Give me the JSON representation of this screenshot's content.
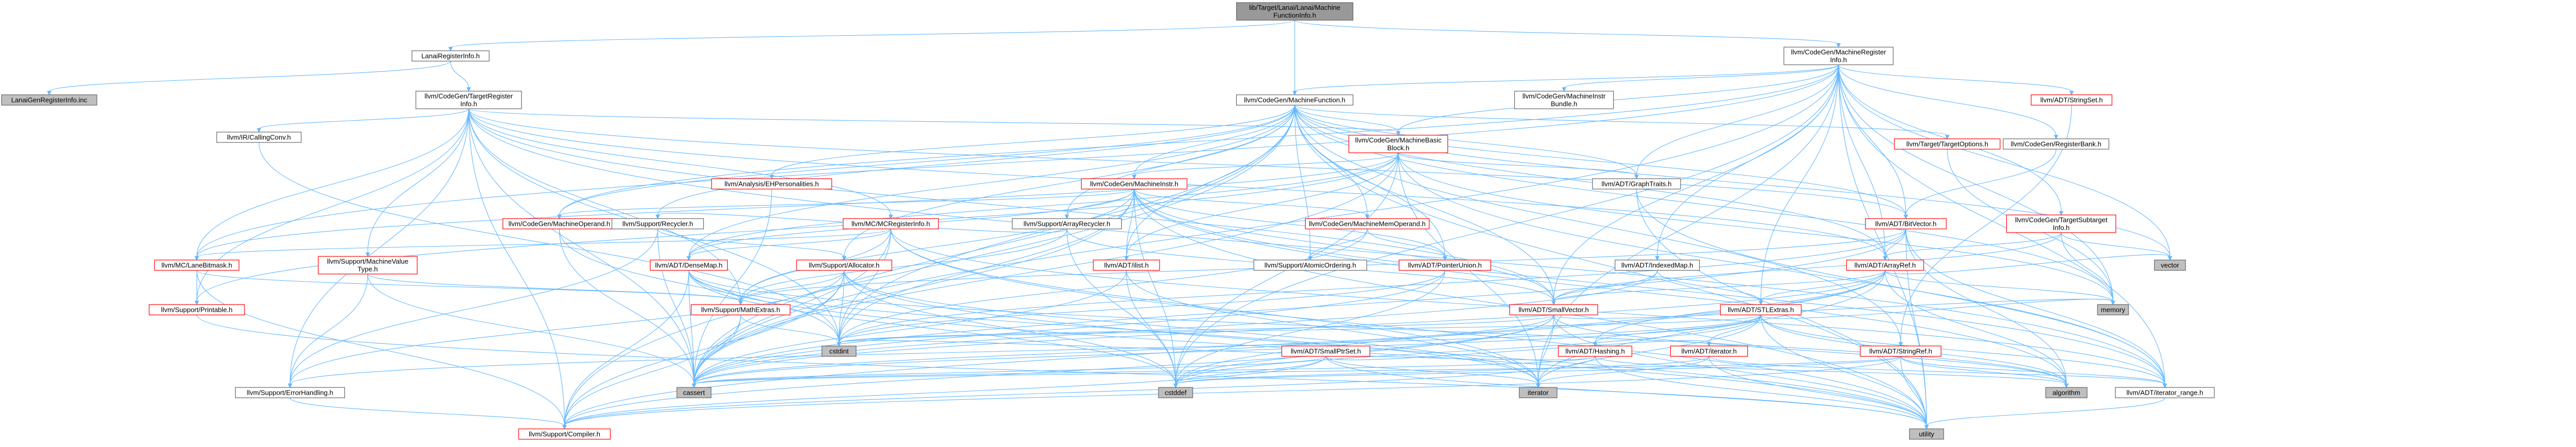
{
  "graph": {
    "nodes": [
      {
        "id": "root",
        "lines": [
          "lib/Target/Lanai/Lanai/Machine",
          "FunctionInfo.h"
        ],
        "style": "root"
      },
      {
        "id": "lanaireg",
        "lines": [
          "LanaiRegisterInfo.h"
        ],
        "style": "std"
      },
      {
        "id": "mri",
        "lines": [
          "llvm/CodeGen/MachineRegister",
          "Info.h"
        ],
        "style": "std"
      },
      {
        "id": "lanaigen",
        "lines": [
          "LanaiGenRegisterInfo.inc"
        ],
        "style": "gray"
      },
      {
        "id": "tri",
        "lines": [
          "llvm/CodeGen/TargetRegister",
          "Info.h"
        ],
        "style": "std"
      },
      {
        "id": "mf",
        "lines": [
          "llvm/CodeGen/MachineFunction.h"
        ],
        "style": "std"
      },
      {
        "id": "mib",
        "lines": [
          "llvm/CodeGen/MachineInstr",
          "Bundle.h"
        ],
        "style": "std"
      },
      {
        "id": "stringset",
        "lines": [
          "llvm/ADT/StringSet.h"
        ],
        "style": "red"
      },
      {
        "id": "callconv",
        "lines": [
          "llvm/IR/CallingConv.h"
        ],
        "style": "std"
      },
      {
        "id": "mbb",
        "lines": [
          "llvm/CodeGen/MachineBasic",
          "Block.h"
        ],
        "style": "red"
      },
      {
        "id": "targetopts",
        "lines": [
          "llvm/Target/TargetOptions.h"
        ],
        "style": "red"
      },
      {
        "id": "regbank",
        "lines": [
          "llvm/CodeGen/RegisterBank.h"
        ],
        "style": "std"
      },
      {
        "id": "ehpers",
        "lines": [
          "llvm/Analysis/EHPersonalities.h"
        ],
        "style": "red"
      },
      {
        "id": "minstr",
        "lines": [
          "llvm/CodeGen/MachineInstr.h"
        ],
        "style": "red"
      },
      {
        "id": "graphtraits",
        "lines": [
          "llvm/ADT/GraphTraits.h"
        ],
        "style": "std"
      },
      {
        "id": "mop",
        "lines": [
          "llvm/CodeGen/MachineOperand.h"
        ],
        "style": "red"
      },
      {
        "id": "recycler",
        "lines": [
          "llvm/Support/Recycler.h"
        ],
        "style": "std"
      },
      {
        "id": "mcreginfo",
        "lines": [
          "llvm/MC/MCRegisterInfo.h"
        ],
        "style": "red"
      },
      {
        "id": "arrayrecycler",
        "lines": [
          "llvm/Support/ArrayRecycler.h"
        ],
        "style": "std"
      },
      {
        "id": "mmo",
        "lines": [
          "llvm/CodeGen/MachineMemOperand.h"
        ],
        "style": "red"
      },
      {
        "id": "bitvector",
        "lines": [
          "llvm/ADT/BitVector.h"
        ],
        "style": "red"
      },
      {
        "id": "tsi",
        "lines": [
          "llvm/CodeGen/TargetSubtarget",
          "Info.h"
        ],
        "style": "red"
      },
      {
        "id": "lanebitmask",
        "lines": [
          "llvm/MC/LaneBitmask.h"
        ],
        "style": "red"
      },
      {
        "id": "mvt",
        "lines": [
          "llvm/Support/MachineValue",
          "Type.h"
        ],
        "style": "red"
      },
      {
        "id": "densemap",
        "lines": [
          "llvm/ADT/DenseMap.h"
        ],
        "style": "red"
      },
      {
        "id": "allocator",
        "lines": [
          "llvm/Support/Allocator.h"
        ],
        "style": "red"
      },
      {
        "id": "ilist",
        "lines": [
          "llvm/ADT/ilist.h"
        ],
        "style": "red"
      },
      {
        "id": "atomicord",
        "lines": [
          "llvm/Support/AtomicOrdering.h"
        ],
        "style": "std"
      },
      {
        "id": "ptrunion",
        "lines": [
          "llvm/ADT/PointerUnion.h"
        ],
        "style": "red"
      },
      {
        "id": "indexedmap",
        "lines": [
          "llvm/ADT/IndexedMap.h"
        ],
        "style": "std"
      },
      {
        "id": "arrayref",
        "lines": [
          "llvm/ADT/ArrayRef.h"
        ],
        "style": "red"
      },
      {
        "id": "vector",
        "lines": [
          "vector"
        ],
        "style": "gray"
      },
      {
        "id": "printable",
        "lines": [
          "llvm/Support/Printable.h"
        ],
        "style": "red"
      },
      {
        "id": "mathextras",
        "lines": [
          "llvm/Support/MathExtras.h"
        ],
        "style": "red"
      },
      {
        "id": "smallvector",
        "lines": [
          "llvm/ADT/SmallVector.h"
        ],
        "style": "red"
      },
      {
        "id": "stlextras",
        "lines": [
          "llvm/ADT/STLExtras.h"
        ],
        "style": "red"
      },
      {
        "id": "memory",
        "lines": [
          "memory"
        ],
        "style": "gray"
      },
      {
        "id": "cstdint",
        "lines": [
          "cstdint"
        ],
        "style": "gray"
      },
      {
        "id": "smallptrset",
        "lines": [
          "llvm/ADT/SmallPtrSet.h"
        ],
        "style": "red"
      },
      {
        "id": "hashing",
        "lines": [
          "llvm/ADT/Hashing.h"
        ],
        "style": "red"
      },
      {
        "id": "adtiterator",
        "lines": [
          "llvm/ADT/iterator.h"
        ],
        "style": "red"
      },
      {
        "id": "stringref",
        "lines": [
          "llvm/ADT/StringRef.h"
        ],
        "style": "red"
      },
      {
        "id": "errorhandling",
        "lines": [
          "llvm/Support/ErrorHandling.h"
        ],
        "style": "std"
      },
      {
        "id": "cassert",
        "lines": [
          "cassert"
        ],
        "style": "gray"
      },
      {
        "id": "cstddef",
        "lines": [
          "cstddef"
        ],
        "style": "gray"
      },
      {
        "id": "iterator",
        "lines": [
          "iterator"
        ],
        "style": "gray"
      },
      {
        "id": "algorithm",
        "lines": [
          "algorithm"
        ],
        "style": "gray"
      },
      {
        "id": "iterrange",
        "lines": [
          "llvm/ADT/iterator_range.h"
        ],
        "style": "std"
      },
      {
        "id": "compiler",
        "lines": [
          "llvm/Support/Compiler.h"
        ],
        "style": "red"
      },
      {
        "id": "utility",
        "lines": [
          "utility"
        ],
        "style": "gray"
      }
    ],
    "edges": [
      [
        "root",
        "lanaireg"
      ],
      [
        "root",
        "mri"
      ],
      [
        "root",
        "mf"
      ],
      [
        "lanaireg",
        "lanaigen"
      ],
      [
        "lanaireg",
        "tri"
      ],
      [
        "mri",
        "mf"
      ],
      [
        "mri",
        "mib"
      ],
      [
        "mri",
        "stringset"
      ],
      [
        "mri",
        "regbank"
      ],
      [
        "mri",
        "tsi"
      ],
      [
        "mri",
        "mbb"
      ],
      [
        "mri",
        "lanebitmask"
      ],
      [
        "mri",
        "mop"
      ],
      [
        "mri",
        "indexedmap"
      ],
      [
        "mri",
        "bitvector"
      ],
      [
        "mri",
        "arrayref"
      ],
      [
        "mri",
        "smallvector"
      ],
      [
        "mri",
        "stlextras"
      ],
      [
        "mri",
        "vector"
      ],
      [
        "mri",
        "memory"
      ],
      [
        "mri",
        "iterrange"
      ],
      [
        "mri",
        "iterator"
      ],
      [
        "mri",
        "cassert"
      ],
      [
        "mri",
        "cstddef"
      ],
      [
        "mri",
        "utility"
      ],
      [
        "mri",
        "graphtraits"
      ],
      [
        "tri",
        "callconv"
      ],
      [
        "tri",
        "mbb"
      ],
      [
        "tri",
        "mvt"
      ],
      [
        "tri",
        "mcreginfo"
      ],
      [
        "tri",
        "lanebitmask"
      ],
      [
        "tri",
        "printable"
      ],
      [
        "tri",
        "bitvector"
      ],
      [
        "tri",
        "arrayref"
      ],
      [
        "tri",
        "smallvector"
      ],
      [
        "tri",
        "mathextras"
      ],
      [
        "tri",
        "cassert"
      ],
      [
        "tri",
        "cstdint"
      ],
      [
        "tri",
        "iterrange"
      ],
      [
        "tri",
        "compiler"
      ],
      [
        "tri",
        "errorhandling"
      ],
      [
        "mf",
        "mbb"
      ],
      [
        "mf",
        "ehpers"
      ],
      [
        "mf",
        "minstr"
      ],
      [
        "mf",
        "mop"
      ],
      [
        "mf",
        "recycler"
      ],
      [
        "mf",
        "arrayrecycler"
      ],
      [
        "mf",
        "mmo"
      ],
      [
        "mf",
        "allocator"
      ],
      [
        "mf",
        "ilist"
      ],
      [
        "mf",
        "atomicord"
      ],
      [
        "mf",
        "ptrunion"
      ],
      [
        "mf",
        "targetopts"
      ],
      [
        "mf",
        "graphtraits"
      ],
      [
        "mf",
        "bitvector"
      ],
      [
        "mf",
        "densemap"
      ],
      [
        "mf",
        "smallvector"
      ],
      [
        "mf",
        "arrayref"
      ],
      [
        "mf",
        "stringref"
      ],
      [
        "mf",
        "compiler"
      ],
      [
        "mf",
        "cassert"
      ],
      [
        "mf",
        "cstdint"
      ],
      [
        "mf",
        "memory"
      ],
      [
        "mf",
        "utility"
      ],
      [
        "mf",
        "vector"
      ],
      [
        "mbb",
        "minstr"
      ],
      [
        "mbb",
        "graphtraits"
      ],
      [
        "mbb",
        "densemap"
      ],
      [
        "mbb",
        "iterrange"
      ],
      [
        "mbb",
        "lanebitmask"
      ],
      [
        "mbb",
        "printable"
      ],
      [
        "mbb",
        "ilist"
      ],
      [
        "mbb",
        "cassert"
      ],
      [
        "mbb",
        "cstddef"
      ],
      [
        "mbb",
        "iterator"
      ],
      [
        "mbb",
        "memory"
      ],
      [
        "minstr",
        "mop"
      ],
      [
        "minstr",
        "mmo"
      ],
      [
        "minstr",
        "arrayrecycler"
      ],
      [
        "minstr",
        "ilist"
      ],
      [
        "minstr",
        "densemap"
      ],
      [
        "minstr",
        "ptrunion"
      ],
      [
        "minstr",
        "smallvector"
      ],
      [
        "minstr",
        "iterrange"
      ],
      [
        "minstr",
        "mathextras"
      ],
      [
        "minstr",
        "algorithm"
      ],
      [
        "minstr",
        "cassert"
      ],
      [
        "minstr",
        "cstdint"
      ],
      [
        "minstr",
        "utility"
      ],
      [
        "minstr",
        "cstddef"
      ],
      [
        "mop",
        "cassert"
      ],
      [
        "mop",
        "cstdint"
      ],
      [
        "recycler",
        "allocator"
      ],
      [
        "recycler",
        "errorhandling"
      ],
      [
        "recycler",
        "cassert"
      ],
      [
        "arrayrecycler",
        "recycler"
      ],
      [
        "arrayrecycler",
        "smallvector"
      ],
      [
        "arrayrecycler",
        "mathextras"
      ],
      [
        "arrayrecycler",
        "cstddef"
      ],
      [
        "mcreginfo",
        "lanebitmask"
      ],
      [
        "mcreginfo",
        "densemap"
      ],
      [
        "mcreginfo",
        "iterator"
      ],
      [
        "mcreginfo",
        "cassert"
      ],
      [
        "mcreginfo",
        "cstdint"
      ],
      [
        "mcreginfo",
        "utility"
      ],
      [
        "mcreginfo",
        "iterrange"
      ],
      [
        "mcreginfo",
        "mathextras"
      ],
      [
        "mmo",
        "atomicord"
      ],
      [
        "mmo",
        "ptrunion"
      ],
      [
        "mmo",
        "cstdint"
      ],
      [
        "bitvector",
        "arrayref"
      ],
      [
        "bitvector",
        "iterrange"
      ],
      [
        "bitvector",
        "mathextras"
      ],
      [
        "bitvector",
        "algorithm"
      ],
      [
        "bitvector",
        "cassert"
      ],
      [
        "bitvector",
        "climits"
      ],
      [
        "bitvector",
        "cstdint"
      ],
      [
        "bitvector",
        "cstdlib"
      ],
      [
        "bitvector",
        "cstring"
      ],
      [
        "bitvector",
        "utility"
      ],
      [
        "tsi",
        "arrayref"
      ],
      [
        "tsi",
        "smallvector"
      ],
      [
        "tsi",
        "vector"
      ],
      [
        "tsi",
        "memory"
      ],
      [
        "lanebitmask",
        "printable"
      ],
      [
        "lanebitmask",
        "mathextras"
      ],
      [
        "lanebitmask",
        "compiler"
      ],
      [
        "mvt",
        "mathextras"
      ],
      [
        "mvt",
        "errorhandling"
      ],
      [
        "mvt",
        "cassert"
      ],
      [
        "densemap",
        "mathextras"
      ],
      [
        "densemap",
        "algorithm"
      ],
      [
        "densemap",
        "cassert"
      ],
      [
        "densemap",
        "cstddef"
      ],
      [
        "densemap",
        "iterator"
      ],
      [
        "densemap",
        "utility"
      ],
      [
        "densemap",
        "compiler"
      ],
      [
        "allocator",
        "mathextras"
      ],
      [
        "allocator",
        "compiler"
      ],
      [
        "allocator",
        "errorhandling"
      ],
      [
        "allocator",
        "cassert"
      ],
      [
        "allocator",
        "cstddef"
      ],
      [
        "allocator",
        "cstdint"
      ],
      [
        "allocator",
        "iterator"
      ],
      [
        "allocator",
        "utility"
      ],
      [
        "ilist",
        "iterator"
      ],
      [
        "ilist",
        "cassert"
      ],
      [
        "ilist",
        "cstddef"
      ],
      [
        "ptrunion",
        "cstddef"
      ],
      [
        "ptrunion",
        "cstdint"
      ],
      [
        "ptrunion",
        "cassert"
      ],
      [
        "indexedmap",
        "smallvector"
      ],
      [
        "indexedmap",
        "stlextras"
      ],
      [
        "indexedmap",
        "cassert"
      ],
      [
        "arrayref",
        "hashing"
      ],
      [
        "arrayref",
        "smallvector"
      ],
      [
        "arrayref",
        "stlextras"
      ],
      [
        "arrayref",
        "compiler"
      ],
      [
        "arrayref",
        "algorithm"
      ],
      [
        "arrayref",
        "cassert"
      ],
      [
        "arrayref",
        "cstddef"
      ],
      [
        "arrayref",
        "iterator"
      ],
      [
        "arrayref",
        "memory"
      ],
      [
        "arrayref",
        "vector"
      ],
      [
        "printable",
        "utility"
      ],
      [
        "mathextras",
        "compiler"
      ],
      [
        "mathextras",
        "cassert"
      ],
      [
        "mathextras",
        "cstdint"
      ],
      [
        "smallvector",
        "compiler"
      ],
      [
        "smallvector",
        "algorithm"
      ],
      [
        "smallvector",
        "cassert"
      ],
      [
        "smallvector",
        "cstddef"
      ],
      [
        "smallvector",
        "cstdint"
      ],
      [
        "smallvector",
        "iterator"
      ],
      [
        "smallvector",
        "memory"
      ],
      [
        "smallvector",
        "utility"
      ],
      [
        "stlextras",
        "adtiterator"
      ],
      [
        "stlextras",
        "iterrange"
      ],
      [
        "stlextras",
        "hashing"
      ],
      [
        "stlextras",
        "errorhandling"
      ],
      [
        "stlextras",
        "algorithm"
      ],
      [
        "stlextras",
        "cassert"
      ],
      [
        "stlextras",
        "cstddef"
      ],
      [
        "stlextras",
        "cstdint"
      ],
      [
        "stlextras",
        "iterator"
      ],
      [
        "stlextras",
        "memory"
      ],
      [
        "stlextras",
        "utility"
      ],
      [
        "smallptrset",
        "adtiterator"
      ],
      [
        "smallptrset",
        "compiler"
      ],
      [
        "smallptrset",
        "cassert"
      ],
      [
        "smallptrset",
        "cstddef"
      ],
      [
        "smallptrset",
        "iterator"
      ],
      [
        "smallptrset",
        "utility"
      ],
      [
        "hashing",
        "cassert"
      ],
      [
        "hashing",
        "cstdint"
      ],
      [
        "hashing",
        "utility"
      ],
      [
        "hashing",
        "algorithm"
      ],
      [
        "hashing",
        "compiler"
      ],
      [
        "adtiterator",
        "iterrange"
      ],
      [
        "adtiterator",
        "cstddef"
      ],
      [
        "adtiterator",
        "iterator"
      ],
      [
        "adtiterator",
        "utility"
      ],
      [
        "stringref",
        "iterrange"
      ],
      [
        "stringref",
        "compiler"
      ],
      [
        "stringref",
        "algorithm"
      ],
      [
        "stringref",
        "cassert"
      ],
      [
        "stringref",
        "cstddef"
      ],
      [
        "stringref",
        "utility"
      ],
      [
        "errorhandling",
        "compiler"
      ],
      [
        "iterrange",
        "utility"
      ],
      [
        "stringset",
        "stringref"
      ],
      [
        "targetopts",
        "memory"
      ],
      [
        "regbank",
        "bitvector"
      ],
      [
        "graphtraits",
        "iterrange"
      ],
      [
        "graphtraits",
        "utility"
      ],
      [
        "ehpers",
        "cassert"
      ],
      [
        "callconv",
        "cstdint"
      ]
    ]
  }
}
